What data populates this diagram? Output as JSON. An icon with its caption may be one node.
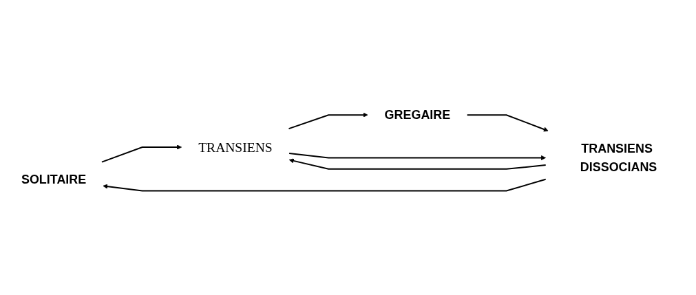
{
  "diagram": {
    "nodes": [
      {
        "text": [
          "SOLITAIRE"
        ]
      },
      {
        "text": [
          "TRANSIENS DISSOCIANS"
        ]
      },
      {
        "text": [
          "TRANSIENS"
        ]
      },
      {
        "text": [
          "GREGAIRE"
        ]
      }
    ],
    "edges": [
      {
        "from": 1,
        "to": 0,
        "arrow": "to"
      },
      {
        "from": 0,
        "to": 2,
        "arrow": "to"
      },
      {
        "from": 2,
        "to": 3,
        "arrow": "to"
      },
      {
        "from": 3,
        "to": 1,
        "arrow": "to"
      },
      {
        "from": 2,
        "to": 1,
        "arrow": "to"
      },
      {
        "from": 1,
        "to": 2,
        "arrow": "to"
      }
    ]
  }
}
